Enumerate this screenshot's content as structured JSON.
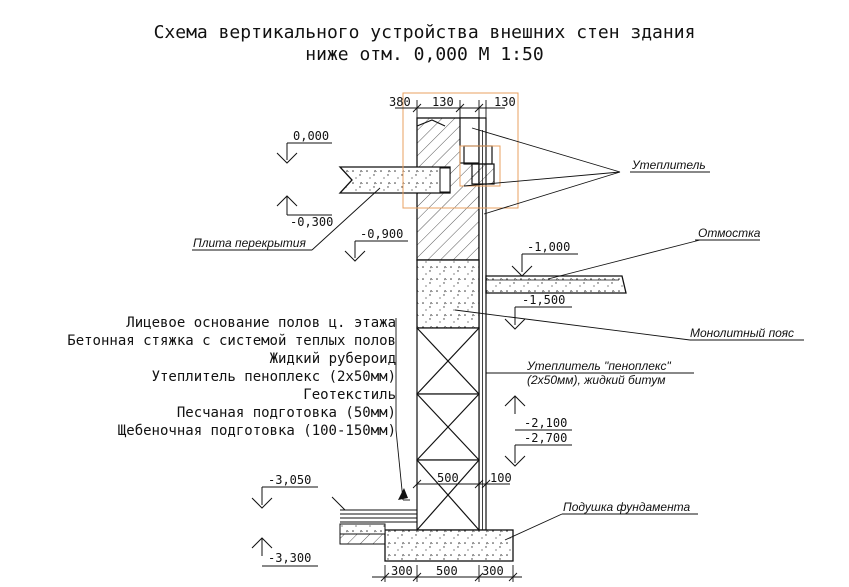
{
  "title": {
    "line1": "Схема вертикального устройства внешних стен здания",
    "line2": "ниже отм. 0,000    М 1:50"
  },
  "dimensions": {
    "top": [
      "380",
      "130",
      "130"
    ],
    "middle": [
      "500",
      "100"
    ],
    "bottom": [
      "300",
      "500",
      "300"
    ]
  },
  "elevations": {
    "e0": "0,000",
    "e1": "-0,300",
    "e2": "-0,900",
    "e3": "-1,000",
    "e4": "-1,500",
    "e5": "-2,100",
    "e6": "-2,700",
    "e7": "-3,050",
    "e8": "-3,300"
  },
  "callouts": {
    "insulation": "Утеплитель",
    "slab": "Плита перекрытия",
    "blind_area": "Отмостка",
    "monolithic_belt": "Монолитный пояс",
    "penoplex_1": "Утеплитель \"пеноплекс\"",
    "penoplex_2": "(2x50мм), жидкий битум",
    "foundation_pad": "Подушка фундамента"
  },
  "floor_layers": [
    "Лицевое основание полов ц. этажа",
    "Бетонная стяжка с системой теплых полов",
    "Жидкий рубероид",
    "Утеплитель пеноплекс (2x50мм)",
    "Геотекстиль",
    "Песчаная подготовка (50мм)",
    "Щебеночная подготовка (100-150мм)"
  ],
  "colors": {
    "line": "#111111",
    "frame": "#e8a060"
  }
}
